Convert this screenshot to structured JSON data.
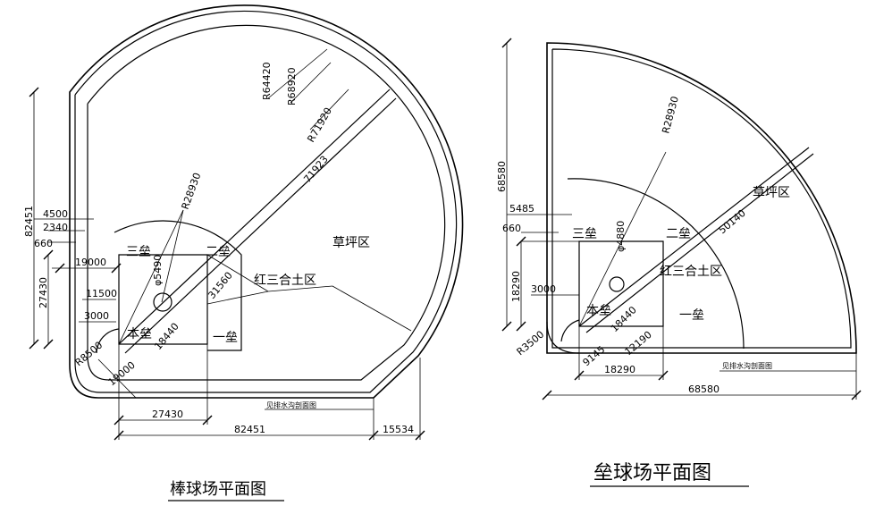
{
  "baseball": {
    "title": "棒球场平面图",
    "zones": {
      "grass": "草坪区",
      "clay": "红三合土区"
    },
    "bases": {
      "third": "三垒",
      "second": "二垒",
      "first": "一垒",
      "home": "本垒"
    },
    "radii": {
      "r1": "R64420",
      "r2": "R68920",
      "r3": "R71920",
      "infield": "R28930",
      "mound": "φ5490",
      "home": "R8500"
    },
    "dims": {
      "diag": "71923",
      "base_first": "31560",
      "pitch": "18440",
      "left_4500": "4500",
      "left_2340": "2340",
      "left_660": "660",
      "total_82451": "82451",
      "d19000": "19000",
      "d27430": "27430",
      "d11500": "11500",
      "d3000": "3000",
      "lower_19000": "19000",
      "bottom_27430": "27430",
      "bottom_82451": "82451",
      "bottom_15534": "15534"
    },
    "note": "见排水沟剖面图"
  },
  "softball": {
    "title": "垒球场平面图",
    "zones": {
      "grass": "草坪区",
      "clay": "红三合土区"
    },
    "bases": {
      "third": "三垒",
      "second": "二垒",
      "first": "一垒",
      "home": "本垒"
    },
    "radii": {
      "infield": "R28930",
      "mound": "φ4880",
      "home": "R3500"
    },
    "dims": {
      "diag": "50140",
      "pitch": "18440",
      "d5485": "5485",
      "d660": "660",
      "d18290": "18290",
      "d3000": "3000",
      "left_total": "68580",
      "d9145": "9145",
      "d12190": "12190",
      "bottom_18290": "18290",
      "bottom_total": "68580"
    },
    "note": "见排水沟剖面图"
  }
}
